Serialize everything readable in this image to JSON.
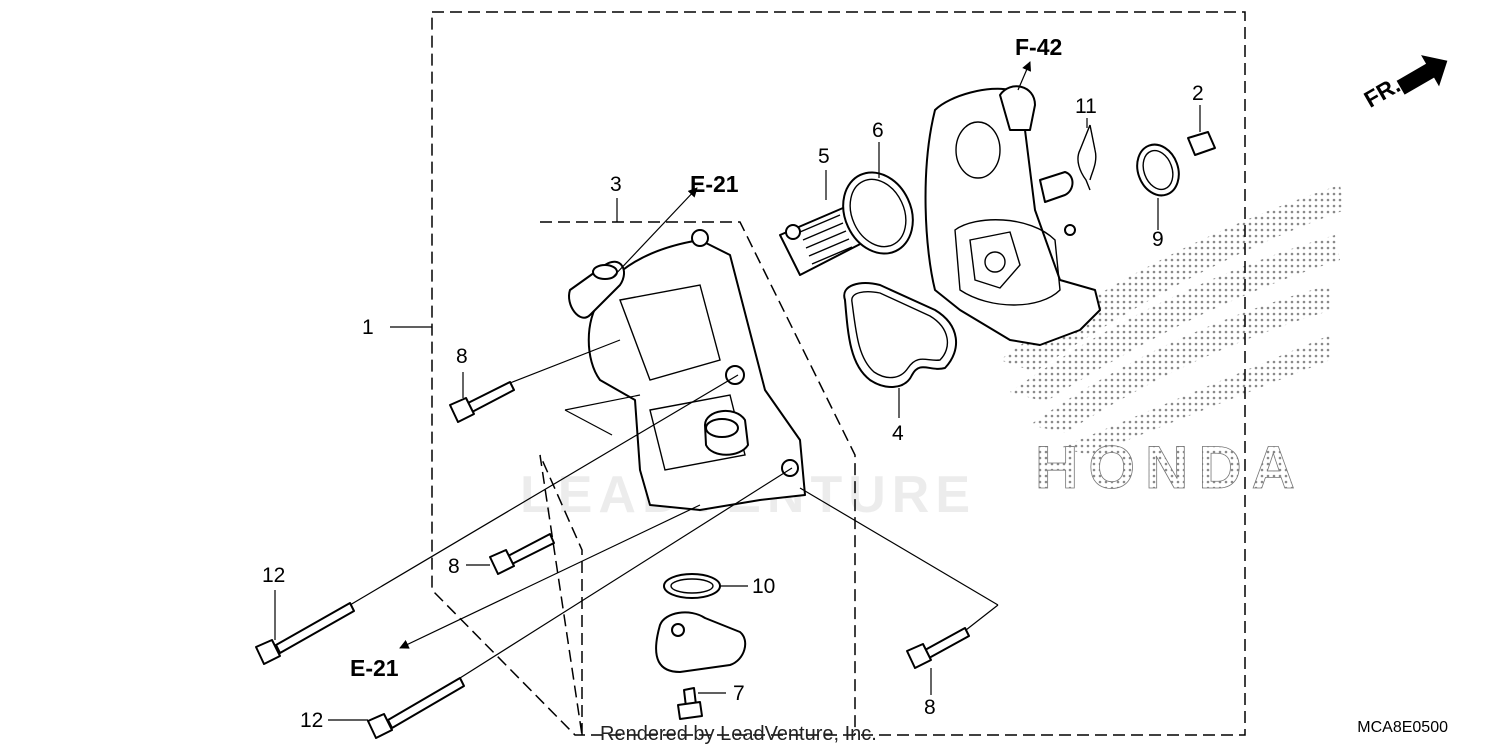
{
  "diagram": {
    "callouts": {
      "p1": "1",
      "p2": "2",
      "p3": "3",
      "p4": "4",
      "p5": "5",
      "p6": "6",
      "p7": "7",
      "p8a": "8",
      "p8b": "8",
      "p8c": "8",
      "p9": "9",
      "p10": "10",
      "p11": "11",
      "p12a": "12",
      "p12b": "12"
    },
    "references": {
      "f42": "F-42",
      "e21_top": "E-21",
      "e21_bottom": "E-21"
    },
    "direction_label": "FR.",
    "drawing_code": "MCA8E0500",
    "watermark": "LEADVENTURE",
    "brand_logo_text": "HONDA",
    "credit": "Rendered by LeadVenture, Inc."
  }
}
